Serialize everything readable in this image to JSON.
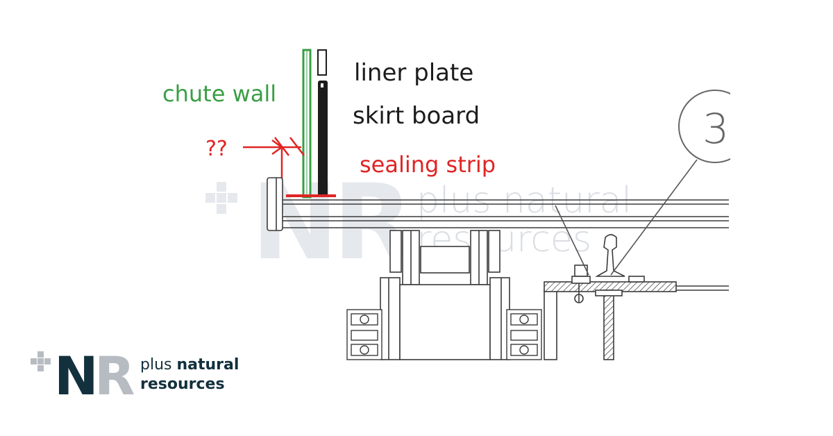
{
  "labels": {
    "liner_plate": "liner plate",
    "skirt_board": "skirt board",
    "chute_wall": "chute wall",
    "sealing_strip": "sealing strip",
    "dimension": "??",
    "callout_number": "3"
  },
  "watermark": {
    "line1": "plus natural",
    "line2": "resources",
    "mark": "NR"
  },
  "brand": {
    "word_plus": "plus",
    "word_natural": "natural",
    "word_resources": "resources",
    "mark_n": "N",
    "mark_r": "R"
  },
  "colors": {
    "chute_wall": "#3a9e45",
    "sealing": "#e02424",
    "ink": "#1c1c1c",
    "brand_dark": "#13303d",
    "brand_grey": "#b7bcc2",
    "watermark": "#d9dde3"
  }
}
